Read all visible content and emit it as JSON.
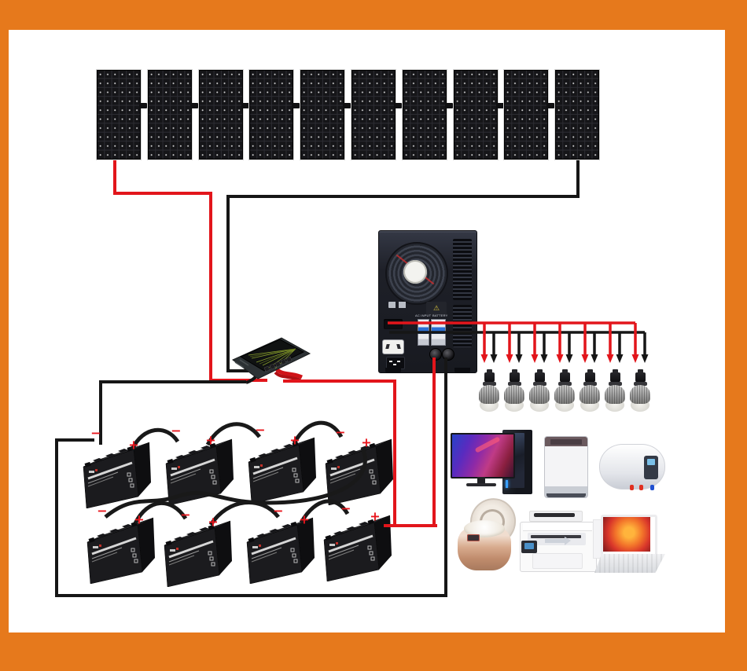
{
  "diagram": {
    "type": "solar-power-system-wiring",
    "frame_color": "#e6791c",
    "wire_colors": {
      "positive": "#e2151b",
      "negative": "#161616"
    },
    "solar_array": {
      "panel_count": 10,
      "connector_count": 9
    },
    "charge_controller": {
      "present": true
    },
    "inverter": {
      "labels": {
        "ac_input": "AC INPUT",
        "battery": "BATTERY"
      }
    },
    "lights": {
      "bulb_count": 7
    },
    "battery_bank": {
      "rows": 2,
      "batteries_per_row": 4,
      "negative_symbol": "−",
      "positive_symbol": "+"
    },
    "appliances": [
      {
        "name": "desktop-computer"
      },
      {
        "name": "washing-machine"
      },
      {
        "name": "water-heater"
      },
      {
        "name": "rice-cooker"
      },
      {
        "name": "printer"
      },
      {
        "name": "laptop"
      }
    ]
  }
}
